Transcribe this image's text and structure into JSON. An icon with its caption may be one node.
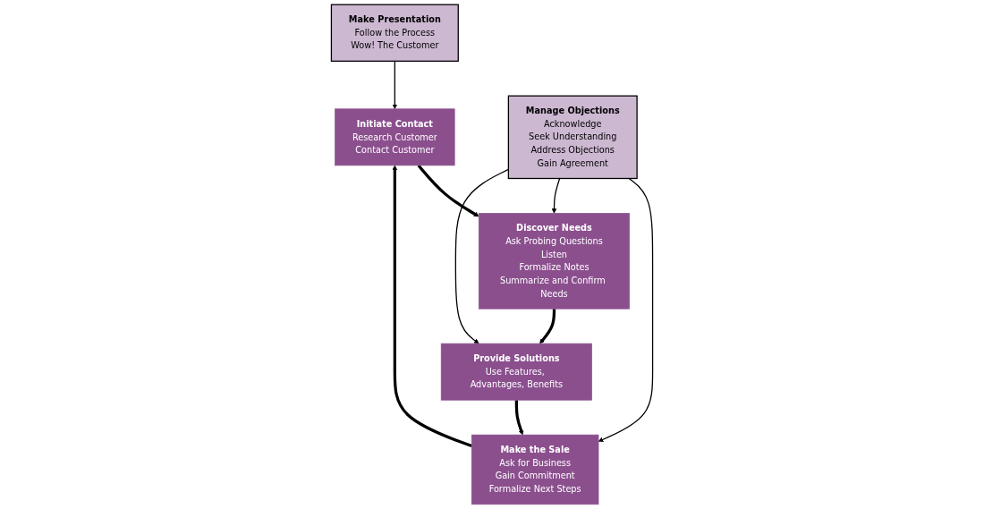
{
  "diagram": {
    "nodes": [
      {
        "text": [
          "Initiate Contact",
          "Research Customer",
          "Contact Customer"
        ]
      },
      {
        "text": [
          "Discover Needs",
          "Ask Probing Questions",
          "Listen",
          "Formalize Notes",
          "Summarize and Confirm Needs"
        ]
      },
      {
        "text": [
          "Provide Solutions",
          "Use Features, Advantages, Benefits"
        ]
      },
      {
        "text": [
          "Make the Sale",
          "Ask for Business",
          "Gain Commitment",
          "Formalize Next Steps"
        ]
      },
      {
        "text": [
          "Make Presentation",
          "Follow the Process",
          "Wow! The Customer"
        ]
      },
      {
        "text": [
          "Manage Objections",
          "Acknowledge",
          "Seek Understanding",
          "Address Objections",
          "Gain Agreement"
        ]
      }
    ],
    "edges": [
      {
        "from": 0,
        "to": 1,
        "arrow": "to",
        "style": "thick"
      },
      {
        "from": 1,
        "to": 2,
        "arrow": "to",
        "style": "thick"
      },
      {
        "from": 2,
        "to": 3,
        "arrow": "to",
        "style": "thick"
      },
      {
        "from": 3,
        "to": 0,
        "arrow": "to",
        "style": "thick"
      },
      {
        "from": 4,
        "to": 0,
        "arrow": "to"
      },
      {
        "from": 5,
        "to": 3,
        "arrow": "to"
      },
      {
        "from": 5,
        "to": 1,
        "arrow": "to"
      },
      {
        "from": 5,
        "to": 2,
        "arrow": "to"
      }
    ]
  }
}
